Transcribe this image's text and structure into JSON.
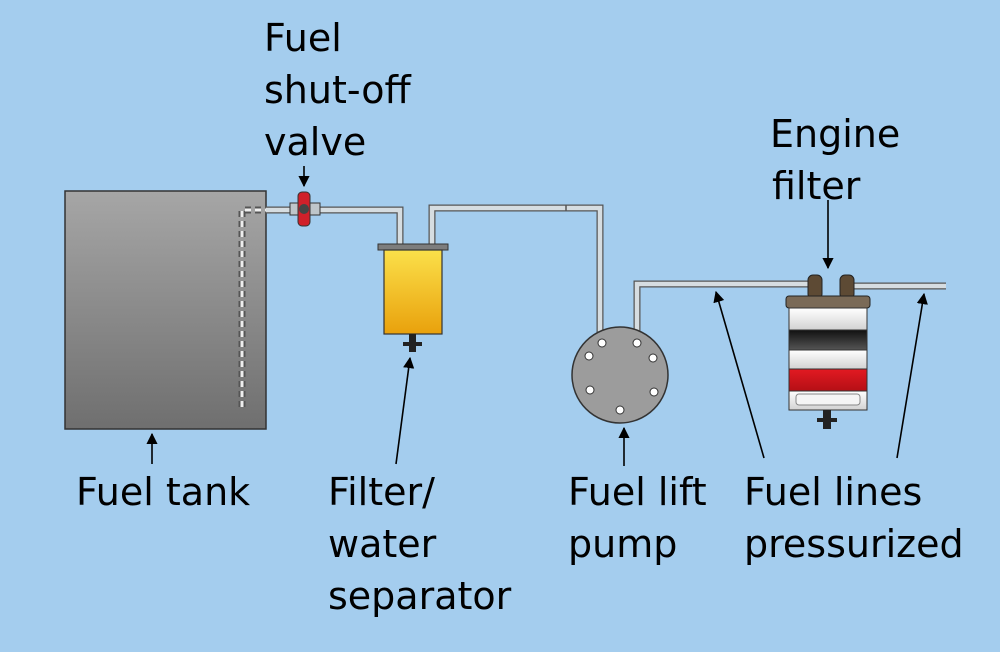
{
  "labels": {
    "fuel_shutoff_valve": [
      "Fuel",
      "shut-off",
      "valve"
    ],
    "engine_filter": [
      "Engine",
      "filter"
    ],
    "fuel_tank": "Fuel tank",
    "filter_water_separator": [
      "Filter/",
      "water",
      "separator"
    ],
    "fuel_lift_pump": [
      "Fuel lift",
      "pump"
    ],
    "fuel_lines_pressurized": [
      "Fuel lines",
      "pressurized"
    ]
  },
  "colors": {
    "background": "#a4cdee",
    "tank_gray": "#8f8f8f",
    "valve_red": "#d0202a",
    "separator_yellow": "#f2c21a",
    "filter_red": "#d7151b",
    "filter_black": "#2a2a2a",
    "pipe": "#c9d1d6"
  }
}
